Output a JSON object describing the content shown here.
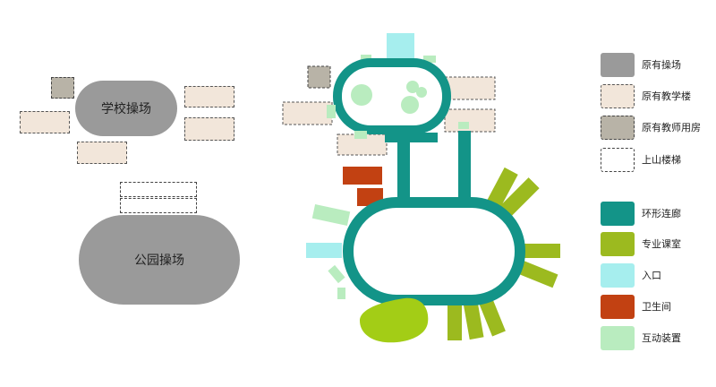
{
  "left_diagram": {
    "school_field_label": "学校操场",
    "park_field_label": "公园操场"
  },
  "legend": [
    {
      "label": "原有操场",
      "color": "#9a9a9a"
    },
    {
      "label": "原有教学楼",
      "color": "#f2e6da"
    },
    {
      "label": "原有教师用房",
      "color": "#b8b3a7"
    },
    {
      "label": "上山楼梯",
      "color": "#ffffff"
    },
    {
      "label": "环形连廊",
      "color": "#139488"
    },
    {
      "label": "专业课室",
      "color": "#9cba1f"
    },
    {
      "label": "入口",
      "color": "#a6eeee"
    },
    {
      "label": "卫生间",
      "color": "#c24112"
    },
    {
      "label": "互动装置",
      "color": "#b9ecbf"
    }
  ]
}
